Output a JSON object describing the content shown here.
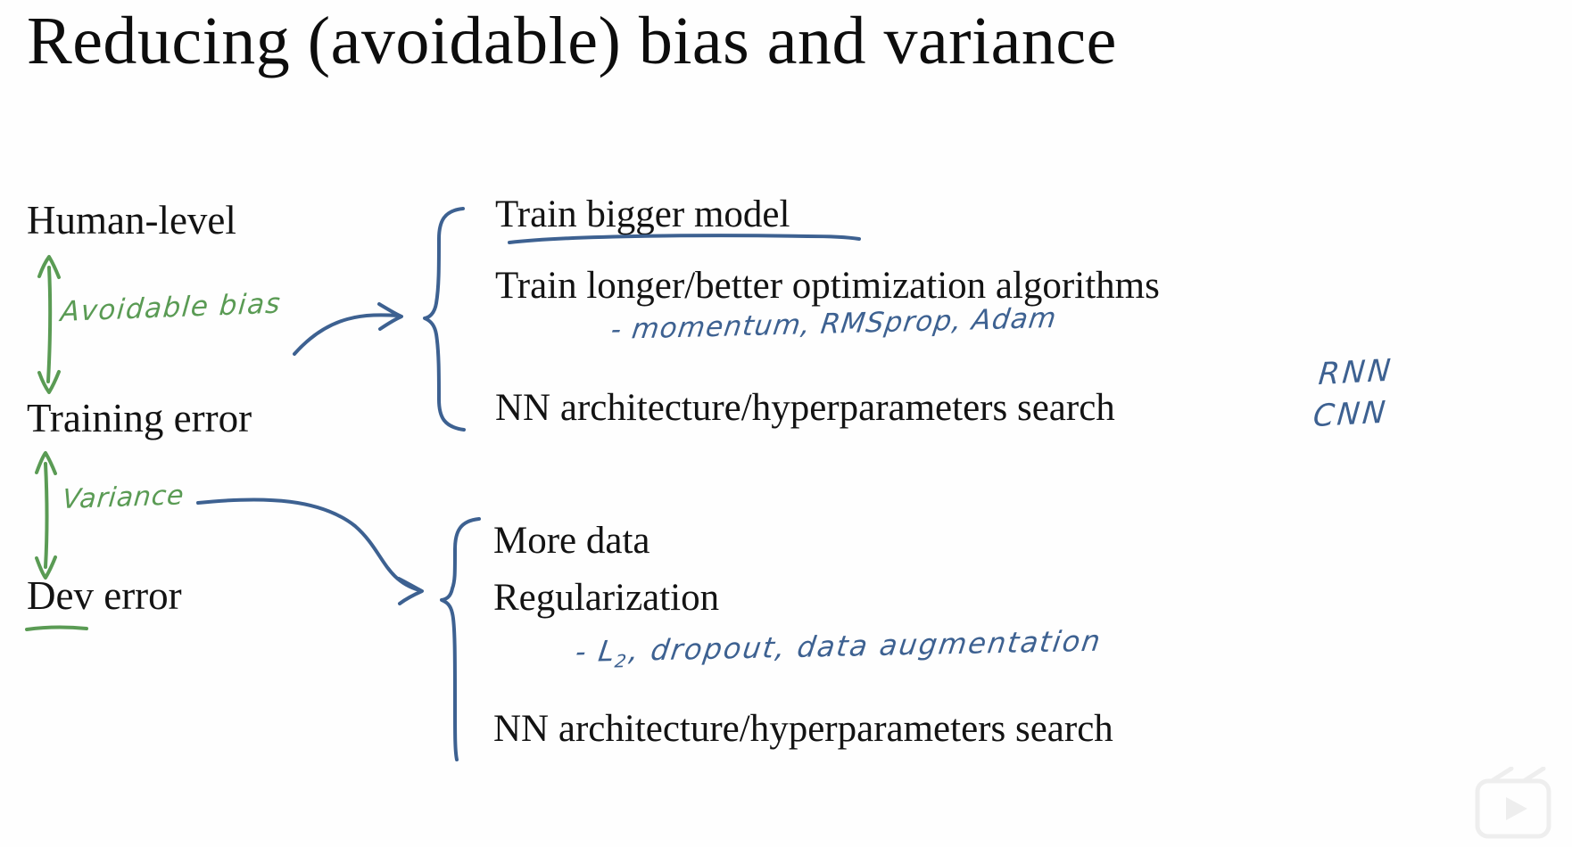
{
  "slide": {
    "title": "Reducing (avoidable) bias and variance",
    "background_color": "#ffffff",
    "ink_colors": {
      "green": "#5a9b54",
      "blue": "#3d6191",
      "text": "#131313"
    }
  },
  "left_column": {
    "levels": [
      {
        "label": "Human-level"
      },
      {
        "label": "Training error"
      },
      {
        "label": "Dev error"
      }
    ],
    "gaps": [
      {
        "label": "Avoidable bias",
        "color": "#5a9b54"
      },
      {
        "label": "Variance",
        "color": "#5a9b54"
      }
    ]
  },
  "right_column": {
    "bias_group": {
      "items": [
        {
          "label": "Train bigger model",
          "underlined": "true"
        },
        {
          "label": "Train longer/better optimization algorithms"
        },
        {
          "label": "NN architecture/hyperparameters search"
        }
      ],
      "annotation": "- momentum, RMSprop, Adam",
      "side_notes": [
        "RNN",
        "CNN"
      ]
    },
    "variance_group": {
      "items": [
        {
          "label": "More data"
        },
        {
          "label": "Regularization"
        },
        {
          "label": "NN architecture/hyperparameters search"
        }
      ],
      "annotation_prefix": "- L",
      "annotation_subscript": "2",
      "annotation_rest": ",  dropout,  data   augmentation"
    }
  },
  "watermark": {
    "icon": "play-badge-icon"
  }
}
